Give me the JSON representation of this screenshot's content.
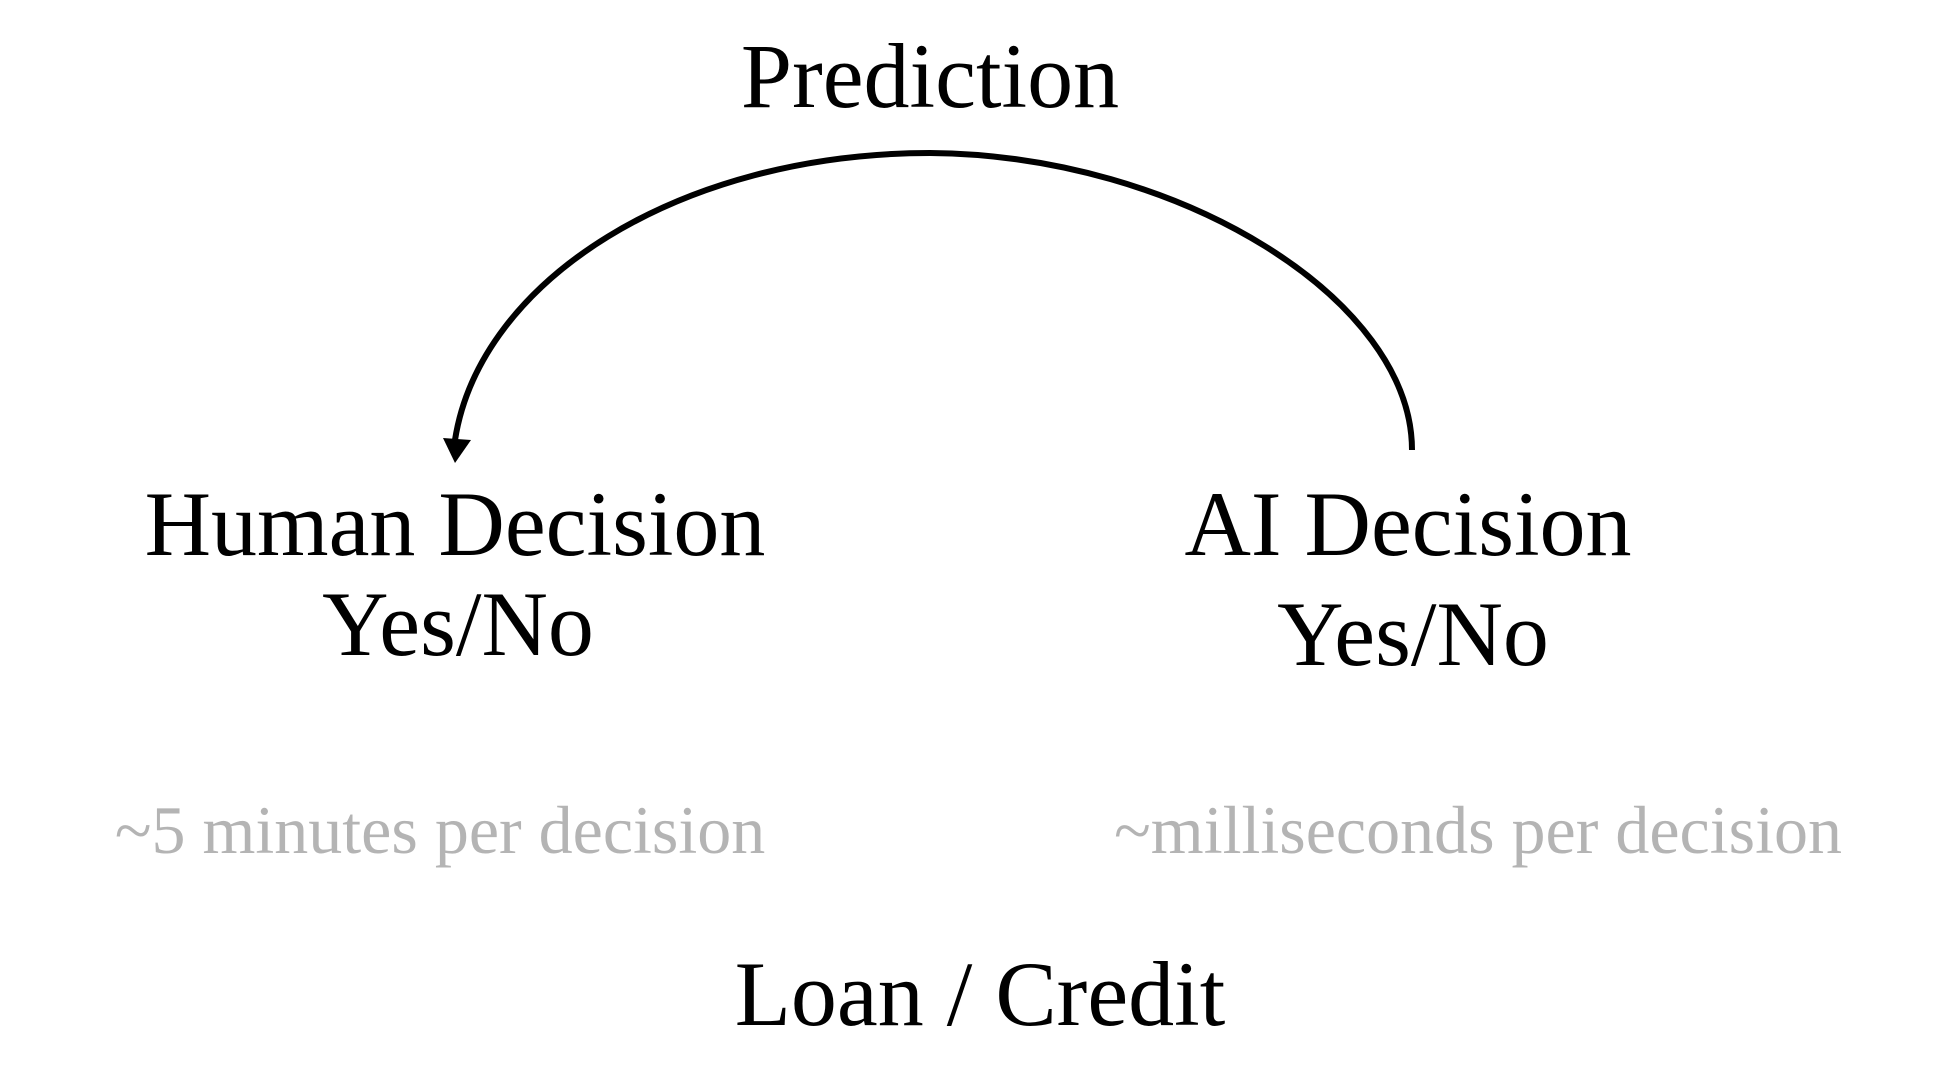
{
  "diagram": {
    "top_label": "Prediction",
    "left_node": {
      "title": "Human Decision",
      "subtitle": "Yes/No",
      "time_note": "~5 minutes per decision"
    },
    "right_node": {
      "title": "AI Decision",
      "subtitle": "Yes/No",
      "time_note": "~milliseconds per decision"
    },
    "footer_label": "Loan / Credit",
    "colors": {
      "text": "#000000",
      "note_text": "#b4b4b4",
      "arrow": "#000000",
      "background": "#ffffff"
    },
    "arrow": {
      "from": "AI Decision",
      "to": "Human Decision"
    }
  }
}
